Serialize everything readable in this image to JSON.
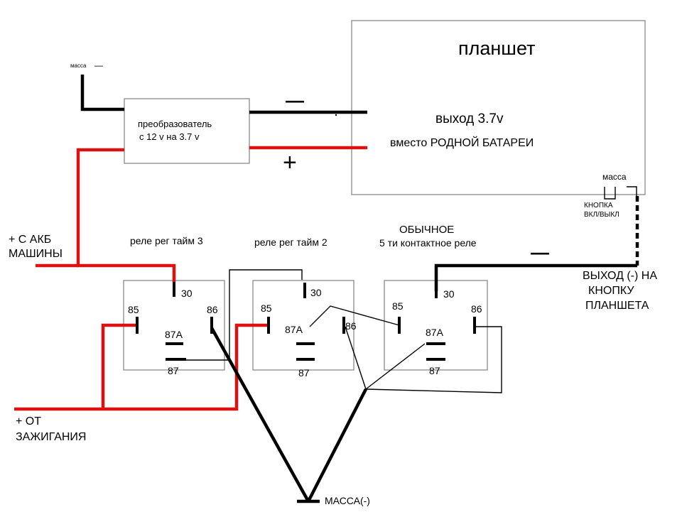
{
  "tablet": {
    "title": "планшет",
    "output": "выход 3.7v",
    "instead": "вместо РОДНОЙ БАТАРЕИ",
    "mass_label": "масса",
    "button_line1": "КНОПКА",
    "button_line2": "ВКЛ/ВЫКЛ"
  },
  "converter": {
    "line1": "преобразователь",
    "line2": "с 12 v  на 3.7 v"
  },
  "top_mass": {
    "label": "масса",
    "sign": "—"
  },
  "signs": {
    "minus_top": "—",
    "plus": "+",
    "minus_right": "—"
  },
  "battery": {
    "line1": "+ С АКБ",
    "line2": "МАШИНЫ"
  },
  "ignition": {
    "line1": "+ ОТ",
    "line2": "ЗАЖИГАНИЯ"
  },
  "relay_titles": {
    "relay1": "реле рег тайм 3",
    "relay2": "реле рег тайм 2",
    "relay3_line1": "ОБЫЧНОЕ",
    "relay3_line2": "5 ти контактное реле"
  },
  "pins": {
    "p30": "30",
    "p85": "85",
    "p86": "86",
    "p87a": "87A",
    "p87": "87"
  },
  "output_note": {
    "line1": "ВЫХОД (-) НА",
    "line2": "КНОПКУ",
    "line3": "ПЛАНШЕТА"
  },
  "ground": {
    "label": "МАССА(-)"
  },
  "colors": {
    "positive_wire": "#dd1111",
    "wire": "#000000",
    "box": "#888888"
  }
}
